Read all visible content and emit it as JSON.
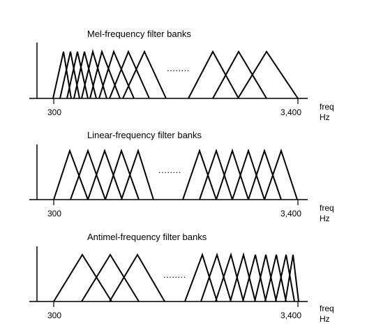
{
  "panels": [
    {
      "title": "Mel-frequency filter banks",
      "tick_start": "300",
      "tick_end": "3,400",
      "unit_top": "freq",
      "unit_bottom": "Hz",
      "ellipsis": "........"
    },
    {
      "title": "Linear-frequency filter banks",
      "tick_start": "300",
      "tick_end": "3,400",
      "unit_top": "freq",
      "unit_bottom": "Hz",
      "ellipsis": "........"
    },
    {
      "title": "Antimel-frequency filter banks",
      "tick_start": "300",
      "tick_end": "3,400",
      "unit_top": "freq",
      "unit_bottom": "Hz",
      "ellipsis": "........"
    }
  ]
}
